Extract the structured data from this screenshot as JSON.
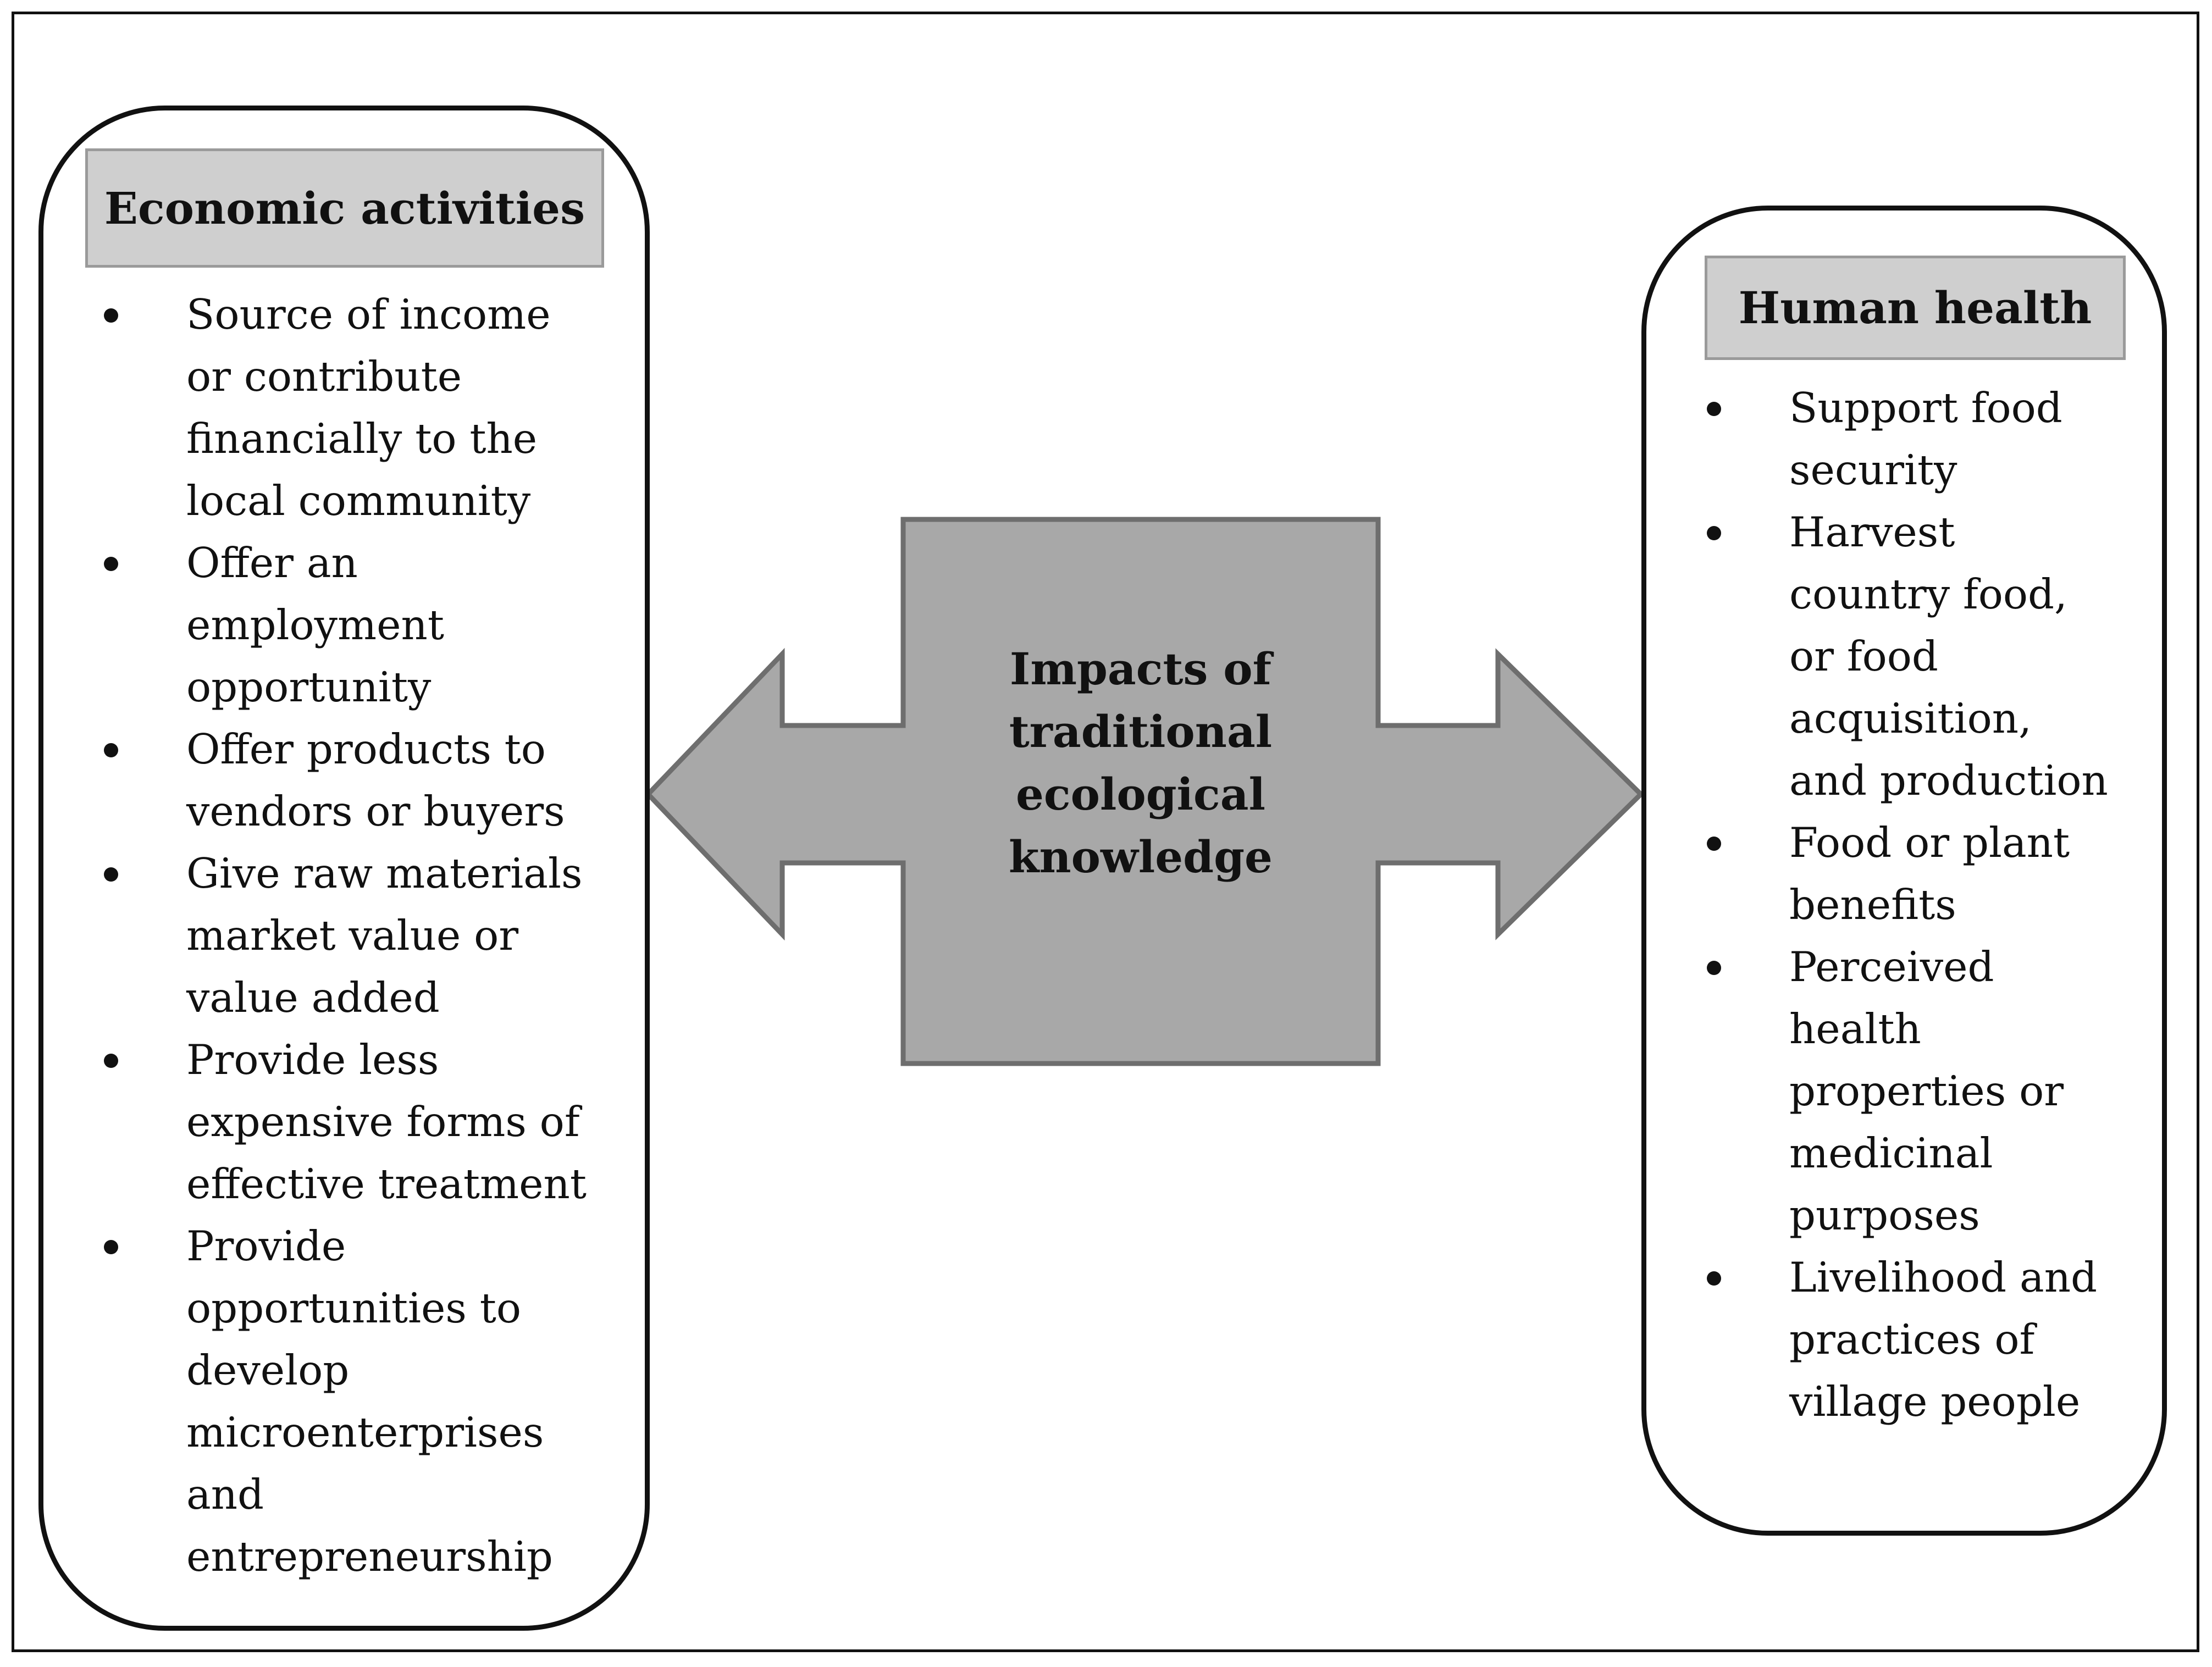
{
  "diagram": {
    "center": {
      "label_lines": [
        "Impacts of",
        "traditional",
        "ecological",
        "knowledge"
      ]
    },
    "left_panel": {
      "title": "Economic activities",
      "items": [
        [
          "Source of income",
          "or contribute",
          "financially to the",
          "local community"
        ],
        [
          "Offer an",
          "employment",
          "opportunity"
        ],
        [
          "Offer products to",
          "vendors or buyers"
        ],
        [
          "Give raw materials",
          "market value or",
          "value added"
        ],
        [
          "Provide less",
          "expensive forms of",
          "effective treatment"
        ],
        [
          "Provide",
          "opportunities to",
          "develop",
          "microenterprises",
          "and",
          "entrepreneurship"
        ]
      ]
    },
    "right_panel": {
      "title": "Human health",
      "items": [
        [
          "Support food",
          "security"
        ],
        [
          "Harvest",
          "country food,",
          "or food",
          "acquisition,",
          "and production"
        ],
        [
          "Food or plant",
          "benefits"
        ],
        [
          "Perceived",
          "health",
          "properties or",
          "medicinal",
          "purposes"
        ],
        [
          "Livelihood and",
          "practices of",
          "village people"
        ]
      ]
    },
    "colors": {
      "arrow_fill": "#a8a8a8",
      "arrow_stroke": "#6e6e6e",
      "header_fill": "#cfcfcf",
      "header_stroke": "#9a9a9a",
      "panel_border": "#111111"
    }
  }
}
